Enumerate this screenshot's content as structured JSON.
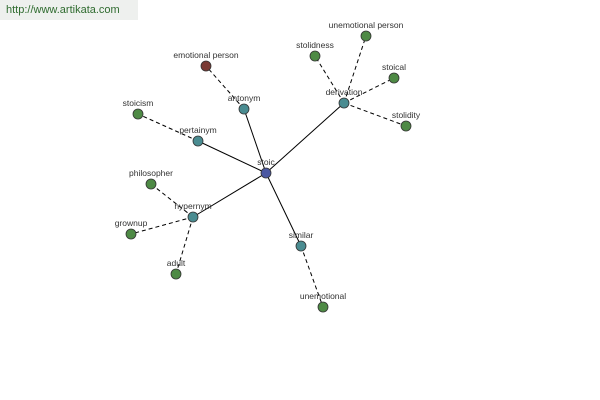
{
  "banner": {
    "url": "http://www.artikata.com"
  },
  "colors": {
    "center": "#4a57a2",
    "relation": "#4a8c91",
    "leaf": "#4e8a45",
    "antonym_leaf": "#7a3a34",
    "node_stroke": "#333333"
  },
  "graph": {
    "center": {
      "label": "stoic"
    },
    "relations": [
      {
        "id": "antonym",
        "label": "antonym",
        "leaves": [
          {
            "label": "emotional person",
            "color_key": "antonym_leaf"
          }
        ]
      },
      {
        "id": "derivation",
        "label": "derivation",
        "leaves": [
          {
            "label": "unemotional person",
            "color_key": "leaf"
          },
          {
            "label": "stolidness",
            "color_key": "leaf"
          },
          {
            "label": "stoical",
            "color_key": "leaf"
          },
          {
            "label": "stolidity",
            "color_key": "leaf"
          }
        ]
      },
      {
        "id": "pertainym",
        "label": "pertainym",
        "leaves": [
          {
            "label": "stoicism",
            "color_key": "leaf"
          }
        ]
      },
      {
        "id": "hypernym",
        "label": "hypernym",
        "leaves": [
          {
            "label": "philosopher",
            "color_key": "leaf"
          },
          {
            "label": "grownup",
            "color_key": "leaf"
          },
          {
            "label": "adult",
            "color_key": "leaf"
          }
        ]
      },
      {
        "id": "similar",
        "label": "similar",
        "leaves": [
          {
            "label": "unemotional",
            "color_key": "leaf"
          }
        ]
      }
    ]
  }
}
